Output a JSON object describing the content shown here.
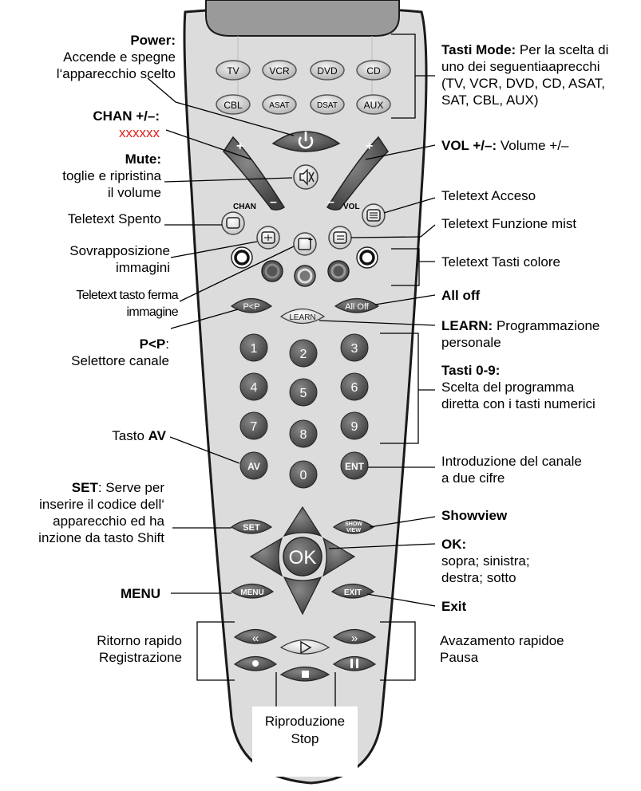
{
  "buttons": {
    "mode": [
      "TV",
      "VCR",
      "DVD",
      "CD",
      "CBL",
      "ASAT",
      "DSAT",
      "AUX"
    ],
    "chan_label": "CHAN",
    "vol_label": "VOL",
    "plus": "+",
    "minus": "–",
    "pp": "P<P",
    "learn": "LEARN",
    "alloff": "All Off",
    "digits": [
      "1",
      "2",
      "3",
      "4",
      "5",
      "6",
      "7",
      "8",
      "9",
      "0"
    ],
    "av": "AV",
    "ent": "ENT",
    "set": "SET",
    "show1": "SHOW",
    "show2": "VIEW",
    "ok": "OK",
    "menu": "MENU",
    "exit": "EXIT"
  },
  "labels": {
    "power_title": "Power:",
    "power_l1": "Accende e spegne",
    "power_l2": "l‘apparecchio scelto",
    "chan_title": "CHAN +/–:",
    "chan_desc": "xxxxxx",
    "mute_title": "Mute:",
    "mute_l1": "toglie e ripristina",
    "mute_l2": "il volume",
    "ttx_off": "Teletext Spento",
    "overlay_l1": "Sovrapposizione",
    "overlay_l2": "immagini",
    "hold_l1": "Teletext tasto ferma",
    "hold_l2": "immagine",
    "pp_title": "P<P",
    "pp_colon": ":",
    "pp_desc": "Selettore canale",
    "av_prefix": "Tasto ",
    "av_bold": "AV",
    "set_bold": "SET",
    "set_l1": ": Serve per",
    "set_l2": "inserire il codice dell‘",
    "set_l3": "apparecchio ed ha",
    "set_l4": "inzione da tasto Shift",
    "menu": "MENU",
    "rew_l1": "Ritorno rapido",
    "rew_l2": "Registrazione",
    "mode_title": "Tasti Mode:",
    "mode_l1": " Per la scelta di",
    "mode_l2": "uno dei seguentiaaprecchi",
    "mode_l3": "(TV, VCR, DVD, CD, ASAT,",
    "mode_l4": "SAT, CBL, AUX)",
    "vol_title": "VOL +/–:",
    "vol_desc": " Volume +/–",
    "ttx_on": "Teletext Acceso",
    "ttx_mix": "Teletext Funzione mist",
    "ttx_color": "Teletext Tasti colore",
    "alloff": "All off",
    "learn_title": "LEARN:",
    "learn_l1": " Programmazione",
    "learn_l2": "personale",
    "digits_title": "Tasti 0-9:",
    "digits_l1": "Scelta del programma",
    "digits_l2": "diretta con i tasti numerici",
    "ent_l1": "Introduzione del canale",
    "ent_l2": "a due cifre",
    "showview": "Showview",
    "ok_title": "OK:",
    "ok_l1": "sopra; sinistra;",
    "ok_l2": "destra; sotto",
    "exit": "Exit",
    "ff_l1": "Avazamento rapidoe",
    "ff_l2": "Pausa",
    "play_l1": "Riproduzione",
    "play_l2": "Stop"
  },
  "colors": {
    "body": "#dcdcdc",
    "top_band": "#9a9a9a",
    "button_dark": "#555555",
    "button_mid": "#8a8a8a",
    "button_light": "#c8c8c8",
    "accent_red": "#e0201b"
  }
}
